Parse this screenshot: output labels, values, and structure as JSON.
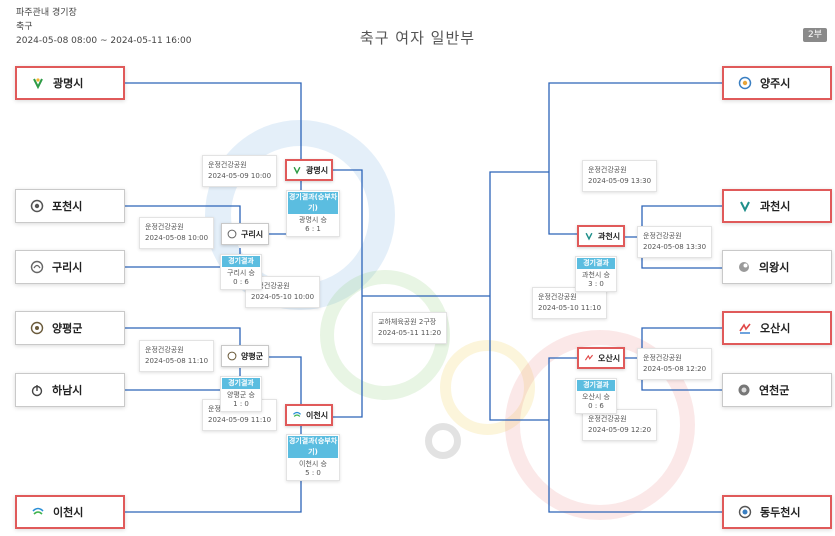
{
  "header": {
    "venue": "파주관내 경기장",
    "sport": "축구",
    "period": "2024-05-08 08:00 ~ 2024-05-11 16:00",
    "title": "축구 여자 일반부",
    "part": "2부"
  },
  "teams": {
    "gwangmyeong": "광명시",
    "pocheon": "포천시",
    "guri": "구리시",
    "yangpyeong": "양평군",
    "hanam": "하남시",
    "icheon": "이천시",
    "yangju": "양주시",
    "gwacheon": "과천시",
    "uiwang": "의왕시",
    "osan": "오산시",
    "yeoncheon": "연천군",
    "dongducheon": "동두천시"
  },
  "mini_labels": {
    "gwangmyeong": "광명시",
    "guri": "구리시",
    "yangpyeong": "양평군",
    "icheon": "이천시",
    "gwacheon": "과천시",
    "osan": "오산시"
  },
  "venues": {
    "v1": {
      "place": "운정건강공원",
      "time": "2024-05-09 10:00"
    },
    "v2": {
      "place": "운정건강공원",
      "time": "2024-05-08 10:00"
    },
    "v3": {
      "place": "운정건강공원",
      "time": "2024-05-10 10:00"
    },
    "v4": {
      "place": "운정건강공원",
      "time": "2024-05-08 11:10"
    },
    "v5": {
      "place": "운정건강공원",
      "time": "2024-05-09 11:10"
    },
    "v6": {
      "place": "교하체육공원 2구장",
      "time": "2024-05-11 11:20"
    },
    "v7": {
      "place": "운정건강공원",
      "time": "2024-05-09 13:30"
    },
    "v8": {
      "place": "운정건강공원",
      "time": "2024-05-08 13:30"
    },
    "v9": {
      "place": "운정건강공원",
      "time": "2024-05-10 11:10"
    },
    "v10": {
      "place": "운정건강공원",
      "time": "2024-05-08 12:20"
    },
    "v11": {
      "place": "운정건강공원",
      "time": "2024-05-09 12:20"
    }
  },
  "results": {
    "r1": {
      "tag": "경기결과(승부차기)",
      "winner": "광명시 승",
      "score": "6 : 1"
    },
    "r2": {
      "tag": "경기결과",
      "winner": "구리시 승",
      "score": "0 : 6"
    },
    "r3": {
      "tag": "경기결과",
      "winner": "양평군 승",
      "score": "1 : 0"
    },
    "r4": {
      "tag": "경기결과(승부차기)",
      "winner": "이천시 승",
      "score": "5 : 0"
    },
    "r5": {
      "tag": "경기결과",
      "winner": "과천시 승",
      "score": "3 : 0"
    },
    "r6": {
      "tag": "경기결과",
      "winner": "오산시 승",
      "score": "0 : 6"
    }
  },
  "colors": {
    "winner_border": "#e05a5a",
    "result_tag": "#5bbde0",
    "line": "#2c64b8",
    "part_badge": "#8a8a8a"
  }
}
